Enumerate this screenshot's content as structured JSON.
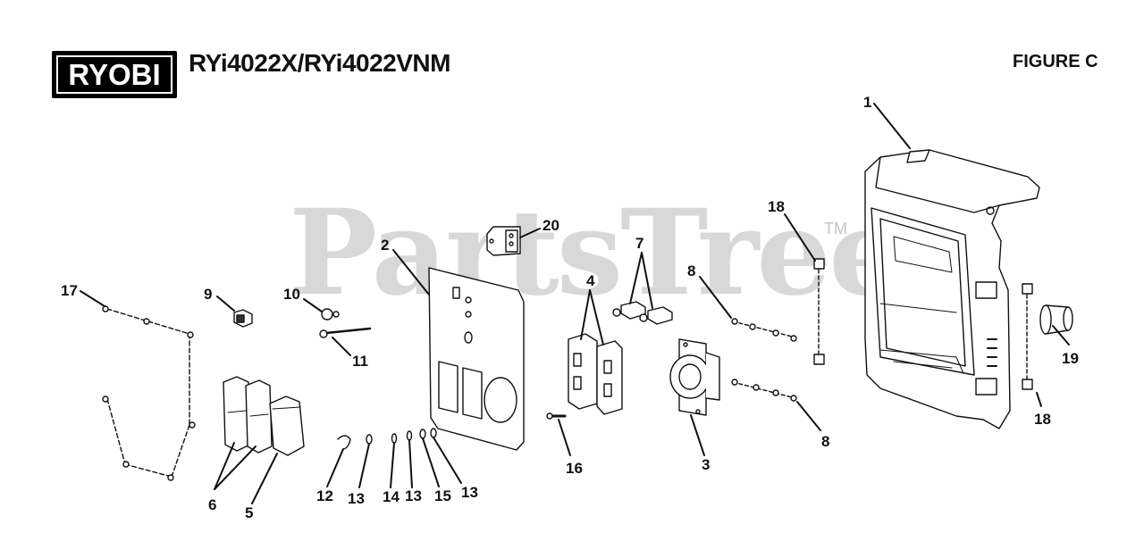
{
  "header": {
    "logo_text": "RYOBI",
    "model_title": "RYi4022X/RYi4022VNM",
    "figure_label": "FIGURE C"
  },
  "watermark": {
    "text": "PartsTree",
    "trademark": "TM"
  },
  "callouts": [
    {
      "id": "c1",
      "label": "1"
    },
    {
      "id": "c2",
      "label": "2"
    },
    {
      "id": "c3",
      "label": "3"
    },
    {
      "id": "c4",
      "label": "4"
    },
    {
      "id": "c5",
      "label": "5"
    },
    {
      "id": "c6",
      "label": "6"
    },
    {
      "id": "c7",
      "label": "7"
    },
    {
      "id": "c8a",
      "label": "8"
    },
    {
      "id": "c8b",
      "label": "8"
    },
    {
      "id": "c9",
      "label": "9"
    },
    {
      "id": "c10",
      "label": "10"
    },
    {
      "id": "c11",
      "label": "11"
    },
    {
      "id": "c12",
      "label": "12"
    },
    {
      "id": "c13a",
      "label": "13"
    },
    {
      "id": "c13b",
      "label": "13"
    },
    {
      "id": "c13c",
      "label": "13"
    },
    {
      "id": "c14",
      "label": "14"
    },
    {
      "id": "c15",
      "label": "15"
    },
    {
      "id": "c16",
      "label": "16"
    },
    {
      "id": "c17",
      "label": "17"
    },
    {
      "id": "c18a",
      "label": "18"
    },
    {
      "id": "c18b",
      "label": "18"
    },
    {
      "id": "c19",
      "label": "19"
    },
    {
      "id": "c20",
      "label": "20"
    }
  ],
  "colors": {
    "line": "#111111",
    "watermark": "#b9b9b9",
    "part_fill": "#ffffff",
    "part_shade": "#d9d9d9"
  }
}
